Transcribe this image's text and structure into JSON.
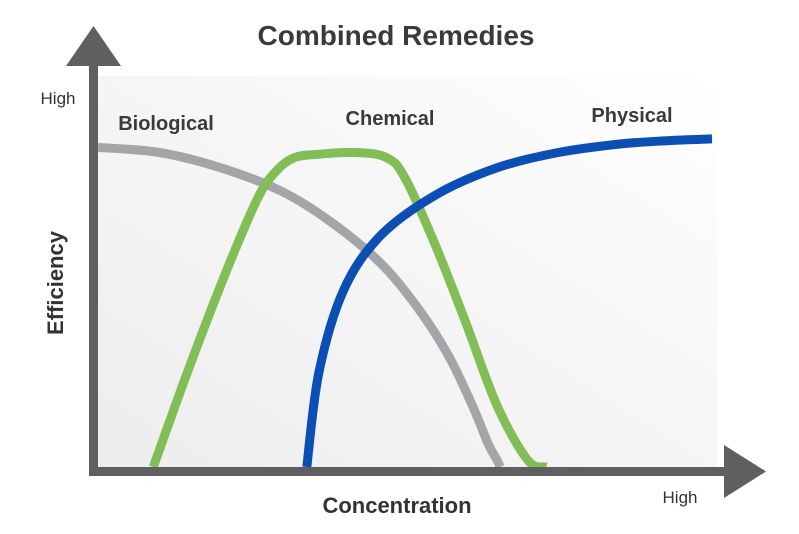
{
  "chart_data": {
    "type": "line",
    "title": "Combined Remedies",
    "xlabel": "Concentration",
    "ylabel": "Efficiency",
    "x_tick_label": "High",
    "y_tick_label": "High",
    "xlim": [
      0,
      100
    ],
    "ylim": [
      0,
      100
    ],
    "grid": false,
    "legend": "none",
    "series": [
      {
        "name": "Biological",
        "color": "#a4a5a8",
        "x": [
          0,
          10,
          20,
          30,
          38,
          46,
          52,
          57,
          61,
          63.5,
          65,
          65.5
        ],
        "y": [
          94,
          92.5,
          88,
          81,
          72,
          60,
          47,
          33,
          18,
          7,
          2,
          0
        ]
      },
      {
        "name": "Chemical",
        "color": "#82be55",
        "x": [
          9,
          15,
          21,
          26,
          29,
          32,
          36,
          42,
          47,
          50,
          55,
          60,
          65,
          70,
          73
        ],
        "y": [
          0,
          30,
          58,
          79,
          87,
          91,
          92,
          92.5,
          91,
          85,
          65,
          42,
          18,
          2,
          0
        ]
      },
      {
        "name": "Physical",
        "color": "#0b4fb5",
        "x": [
          34,
          36,
          40,
          46,
          55,
          65,
          75,
          85,
          93,
          100
        ],
        "y": [
          0,
          28,
          52,
          68,
          80,
          88,
          92.5,
          95,
          96,
          96.5
        ]
      }
    ]
  }
}
